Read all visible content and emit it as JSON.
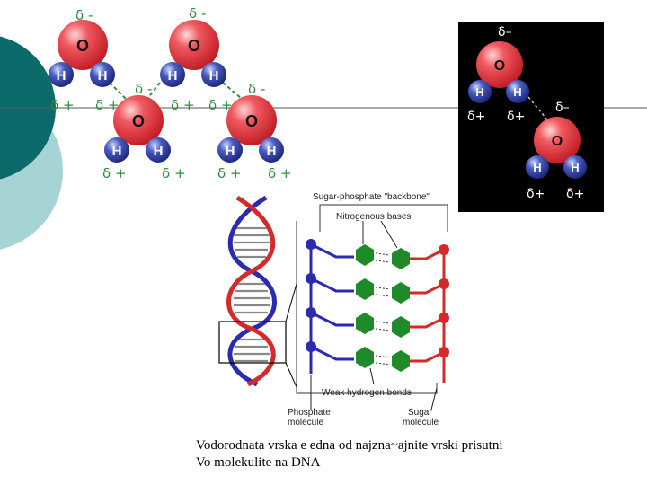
{
  "water_cluster": {
    "delta_minus": "δ -",
    "delta_plus": "δ +",
    "oxygen": "O",
    "hydrogen": "H"
  },
  "water_pair": {
    "delta_minus": "δ–",
    "delta_plus": "δ+",
    "oxygen": "O",
    "hydrogen": "H"
  },
  "dna": {
    "backbone_label": "Sugar-phosphate \"backbone\"",
    "bases_label": "Nitrogenous bases",
    "bonds_label": "Weak hydrogen bonds",
    "phosphate_label_line1": "Phosphate",
    "phosphate_label_line2": "molecule",
    "sugar_label_line1": "Sugar",
    "sugar_label_line2": "molecule"
  },
  "colors": {
    "teal_dark": "#0d6a6a",
    "teal_light": "#a6d3d3",
    "oxygen_red": "#e8313a",
    "hydrogen_blue": "#3a4ea8",
    "delta_green": "#2e8b3e",
    "strand_blue": "#2b2bb0",
    "strand_red": "#d42a2a",
    "base_green": "#1f8a2a"
  },
  "caption": {
    "line1": "Vodorodnata vrska e edna od najzna~ajnite vrski prisutni",
    "line2": "Vo molekulite na DNA"
  }
}
